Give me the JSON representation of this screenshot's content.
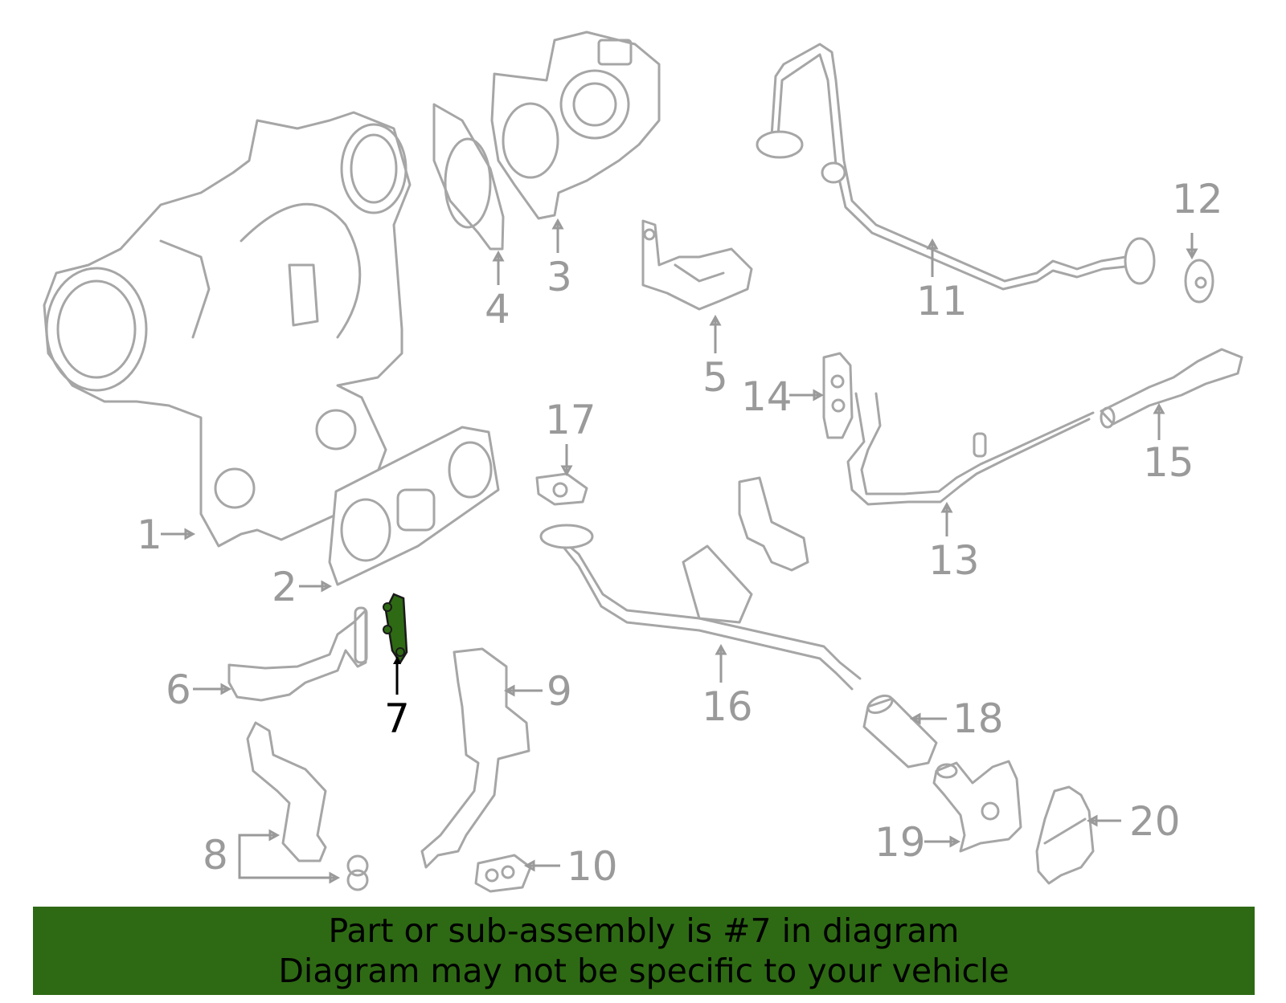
{
  "callouts": [
    "1",
    "2",
    "3",
    "4",
    "5",
    "6",
    "7",
    "8",
    "9",
    "10",
    "11",
    "12",
    "13",
    "14",
    "15",
    "16",
    "17",
    "18",
    "19",
    "20"
  ],
  "highlighted_part": "7",
  "colors": {
    "part_outline": "#a6a6a6",
    "callout_text": "#9a9a9a",
    "highlight_fill": "#2e6a14",
    "banner_background": "#2e6a14"
  },
  "banner": {
    "line1": "Part or sub-assembly is #7 in diagram",
    "line2": "Diagram may not be specific to your vehicle"
  }
}
